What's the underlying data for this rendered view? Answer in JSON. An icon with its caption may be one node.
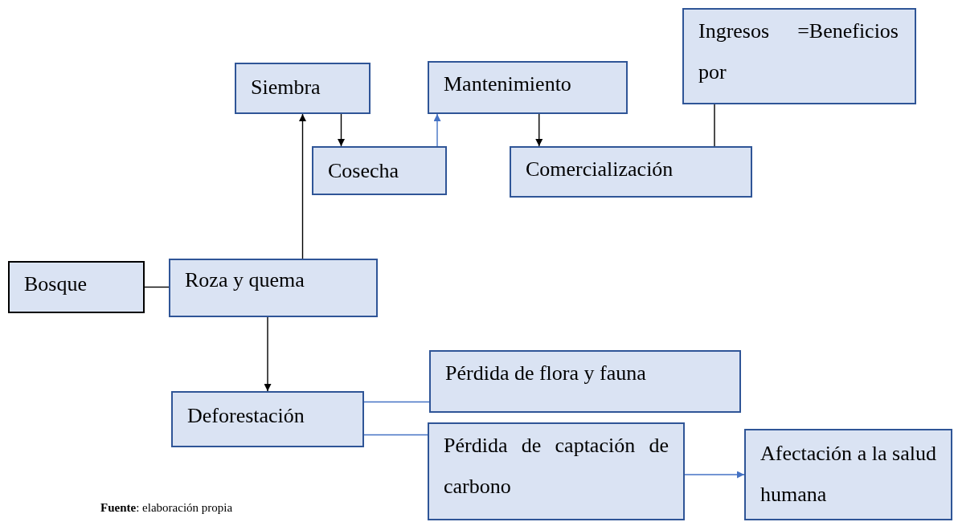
{
  "diagram": {
    "nodes": [
      {
        "text": [
          "Bosque"
        ]
      },
      {
        "text": [
          "Roza y quema"
        ]
      },
      {
        "text": [
          "Siembra"
        ]
      },
      {
        "text": [
          "Cosecha"
        ]
      },
      {
        "text": [
          "Mantenimiento"
        ]
      },
      {
        "text": [
          "Comercialización"
        ]
      },
      {
        "text": [
          "Ingresos =Beneficios por"
        ]
      },
      {
        "text": [
          "Deforestación"
        ]
      },
      {
        "text": [
          "Pérdida de flora y fauna"
        ]
      },
      {
        "text": [
          "Pérdida de captación de carbono"
        ]
      },
      {
        "text": [
          "Afectación a la salud humana"
        ]
      }
    ],
    "edges": [
      {
        "from": 0,
        "to": 1,
        "arrow": "none"
      },
      {
        "from": 1,
        "to": 2,
        "arrow": "to"
      },
      {
        "from": 2,
        "to": 3,
        "arrow": "to"
      },
      {
        "from": 3,
        "to": 4,
        "arrow": "to",
        "color": "#4472c4"
      },
      {
        "from": 4,
        "to": 5,
        "arrow": "to"
      },
      {
        "from": 5,
        "to": 6,
        "arrow": "none"
      },
      {
        "from": 1,
        "to": 7,
        "arrow": "to"
      },
      {
        "from": 7,
        "to": 8,
        "arrow": "none",
        "color": "#4472c4"
      },
      {
        "from": 7,
        "to": 9,
        "arrow": "none",
        "color": "#4472c4"
      },
      {
        "from": 9,
        "to": 10,
        "arrow": "to",
        "color": "#4472c4"
      }
    ],
    "labels": [
      "**Fuente**: elaboración propia"
    ]
  }
}
